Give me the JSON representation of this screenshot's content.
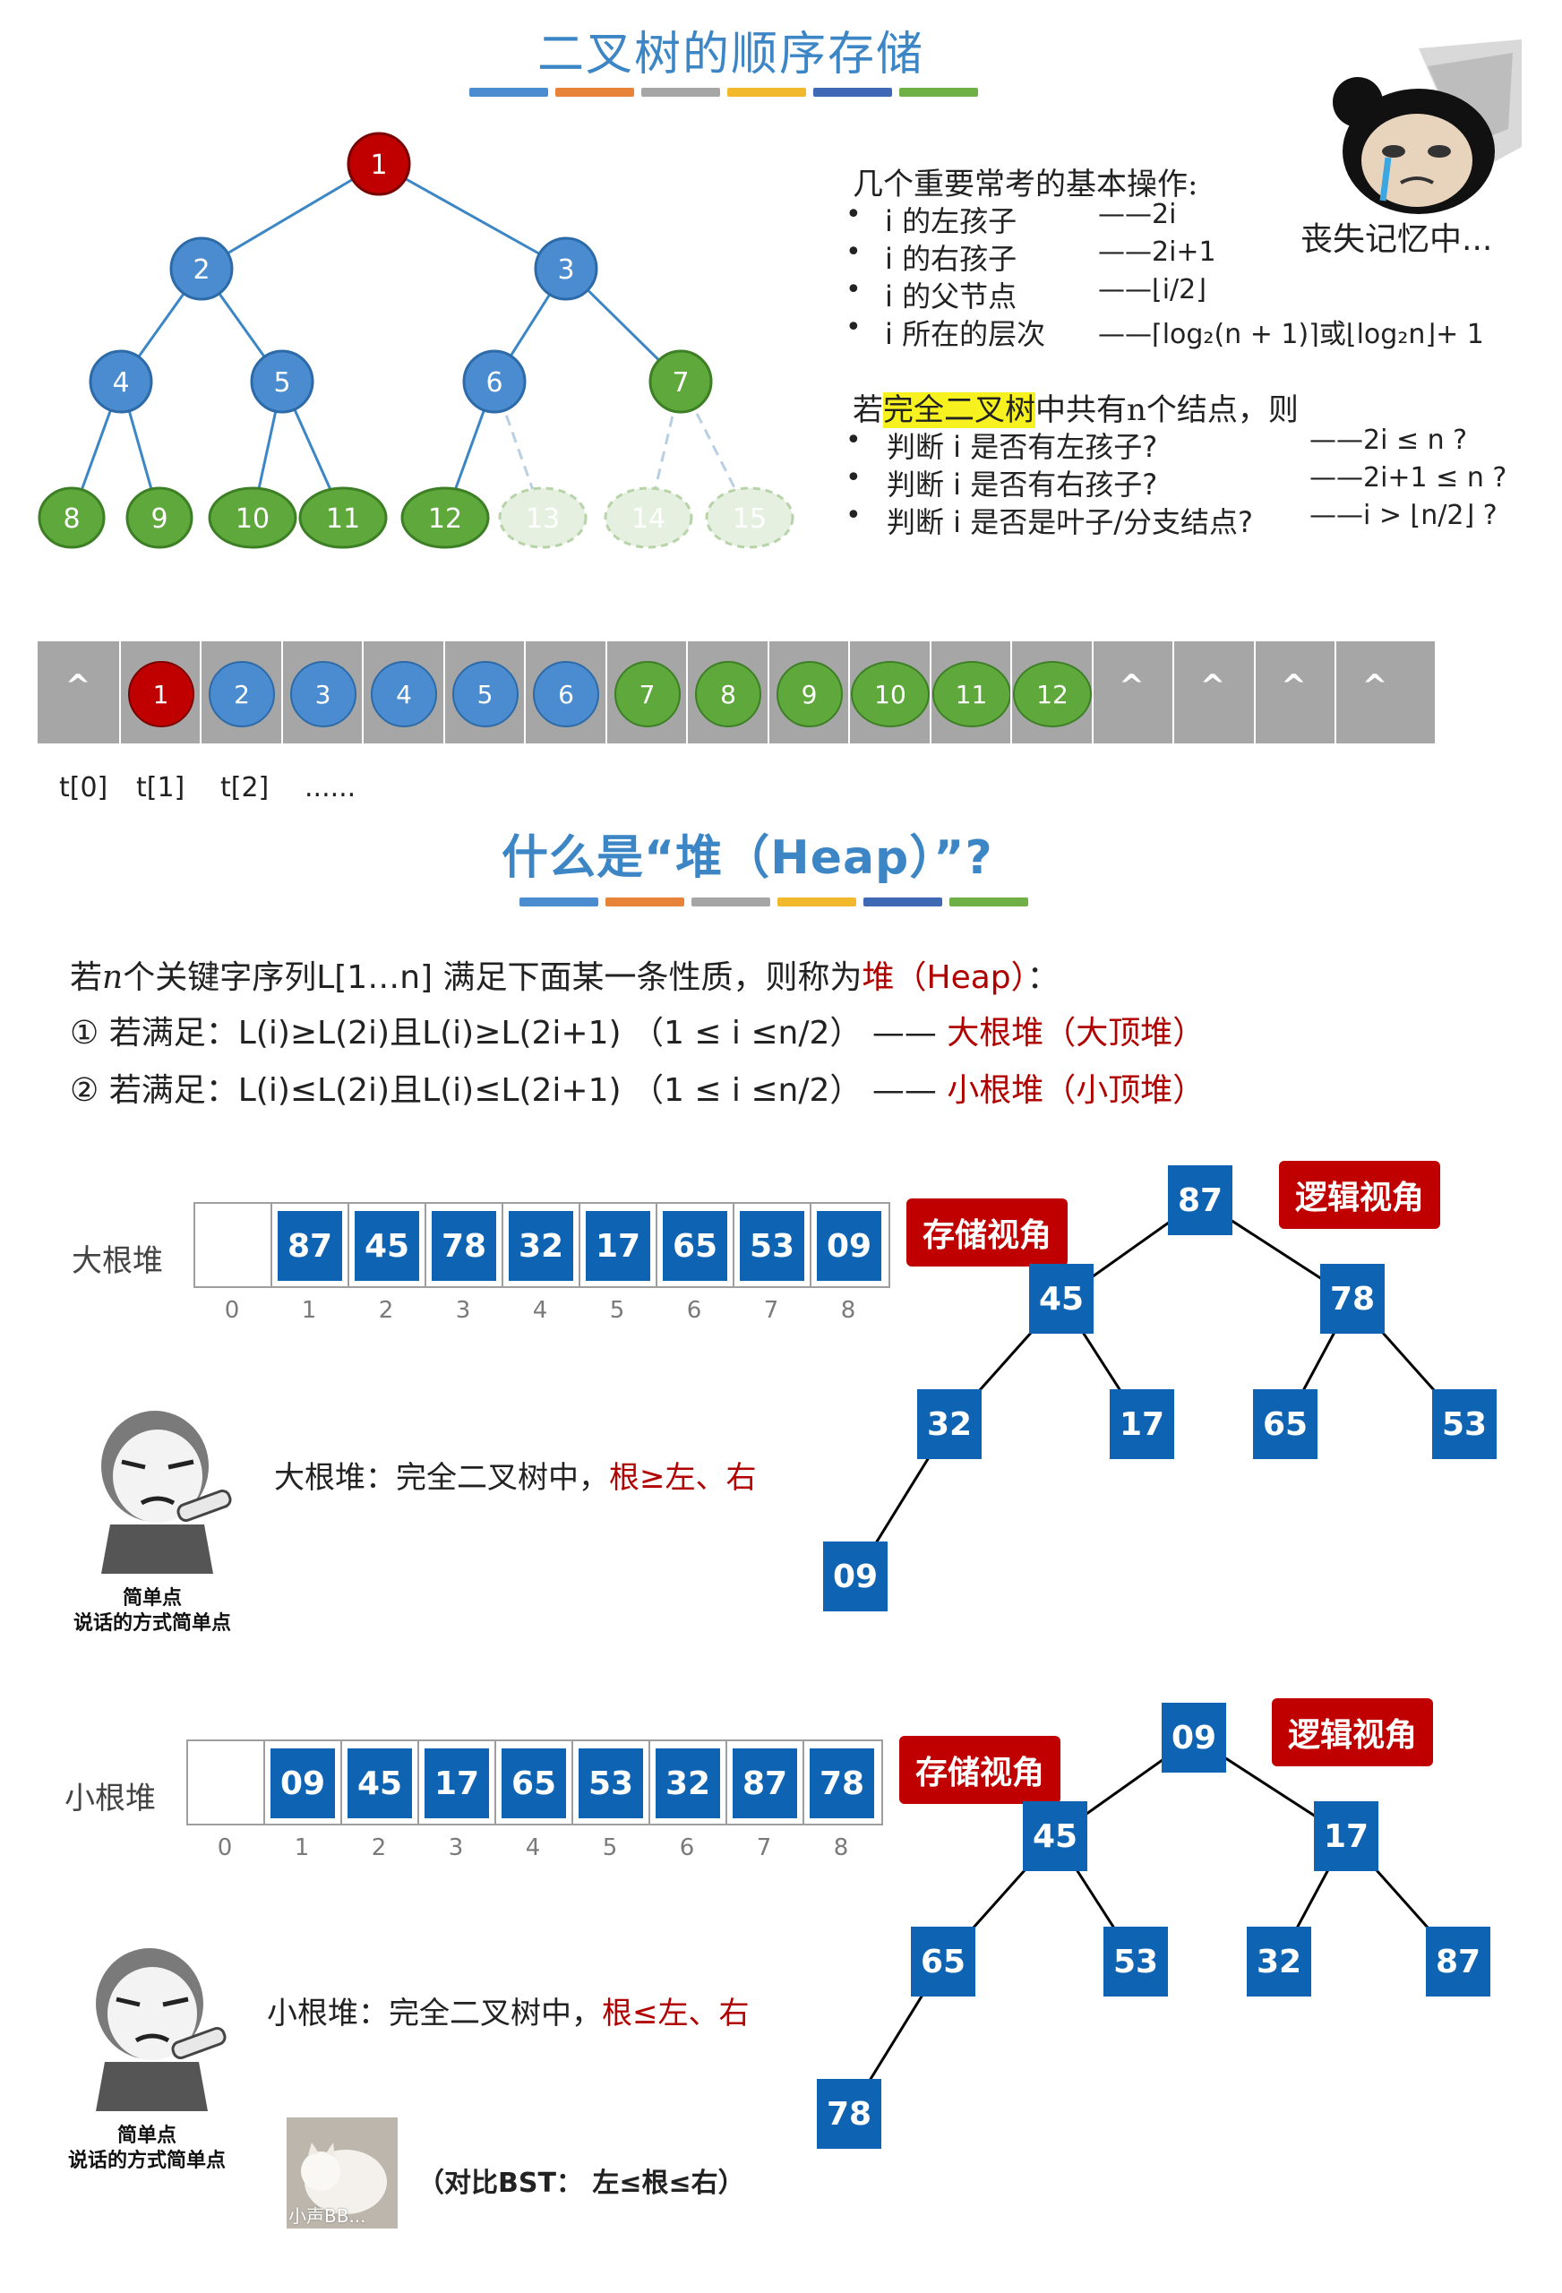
{
  "section1": {
    "title": "二叉树的顺序存储",
    "stripe_colors": [
      "#4a8ccf",
      "#e8833a",
      "#a6a6a6",
      "#f2b92c",
      "#3f68b5",
      "#6fb146"
    ]
  },
  "tree": {
    "nodes": [
      "1",
      "2",
      "3",
      "4",
      "5",
      "6",
      "7",
      "8",
      "9",
      "10",
      "11",
      "12",
      "13",
      "14",
      "15"
    ],
    "colors": {
      "red": "#c00000",
      "blue": "#4a8ccf",
      "green": "#5fa83c",
      "ghost": "#e6f0e0"
    }
  },
  "ops": {
    "heading": "几个重要常考的基本操作:",
    "items": [
      {
        "label": "i 的左孩子",
        "formula": "——2i"
      },
      {
        "label": "i 的右孩子",
        "formula": "——2i+1"
      },
      {
        "label": "i 的父节点",
        "formula": "——⌊i/2⌋"
      },
      {
        "label": "i 所在的层次",
        "formula": "——⌈log₂(n + 1)⌉或⌊log₂n⌋+ 1"
      }
    ]
  },
  "meme1": {
    "caption": "丧失记忆中..."
  },
  "complete": {
    "pre": "若",
    "highlight": "完全二叉树",
    "post": "中共有n个结点，则",
    "items": [
      {
        "label": "判断 i 是否有左孩子?",
        "formula": "——2i ≤ n ?"
      },
      {
        "label": "判断 i 是否有右孩子?",
        "formula": "——2i+1 ≤ n ?"
      },
      {
        "label": "判断 i 是否是叶子/分支结点?",
        "formula": "——i > ⌊n/2⌋ ?"
      }
    ]
  },
  "storage_array": {
    "cells": [
      "^",
      "1",
      "2",
      "3",
      "4",
      "5",
      "6",
      "7",
      "8",
      "9",
      "10",
      "11",
      "12",
      "^",
      "^",
      "^",
      "^"
    ],
    "labels": [
      "t[0]",
      "t[1]",
      "t[2]",
      "......"
    ]
  },
  "section2": {
    "title": "什么是“堆（Heap）”?"
  },
  "definition": {
    "line1_a": "若",
    "line1_n": "n",
    "line1_b": "个关键字序列L[1…n] 满足下面某一条性质，则称为",
    "line1_heap": "堆（Heap）",
    "line1_c": "：",
    "line2": "① 若满足：L(i)≥L(2i)且L(i)≥L(2i+1) （1 ≤ i ≤n/2） ——",
    "line2_red": "大根堆（大顶堆）",
    "line3": "② 若满足：L(i)≤L(2i)且L(i)≤L(2i+1) （1 ≤ i ≤n/2） ——",
    "line3_red": "小根堆（小顶堆）"
  },
  "max_heap": {
    "label": "大根堆",
    "array": [
      "87",
      "45",
      "78",
      "32",
      "17",
      "65",
      "53",
      "09"
    ],
    "indices": [
      "0",
      "1",
      "2",
      "3",
      "4",
      "5",
      "6",
      "7",
      "8"
    ],
    "storage_tag": "存储视角",
    "logic_tag": "逻辑视角",
    "desc_pre": "大根堆：完全二叉树中，",
    "desc_red": "根≥左、右"
  },
  "min_heap": {
    "label": "小根堆",
    "array": [
      "09",
      "45",
      "17",
      "65",
      "53",
      "32",
      "87",
      "78"
    ],
    "indices": [
      "0",
      "1",
      "2",
      "3",
      "4",
      "5",
      "6",
      "7",
      "8"
    ],
    "storage_tag": "存储视角",
    "logic_tag": "逻辑视角",
    "desc_pre": "小根堆：完全二叉树中，",
    "desc_red": "根≤左、右"
  },
  "meme_caption": {
    "line1": "简单点",
    "line2": "说话的方式简单点"
  },
  "cat_caption": "小声BB...",
  "bst_note": "（对比BST： 左≤根≤右）"
}
